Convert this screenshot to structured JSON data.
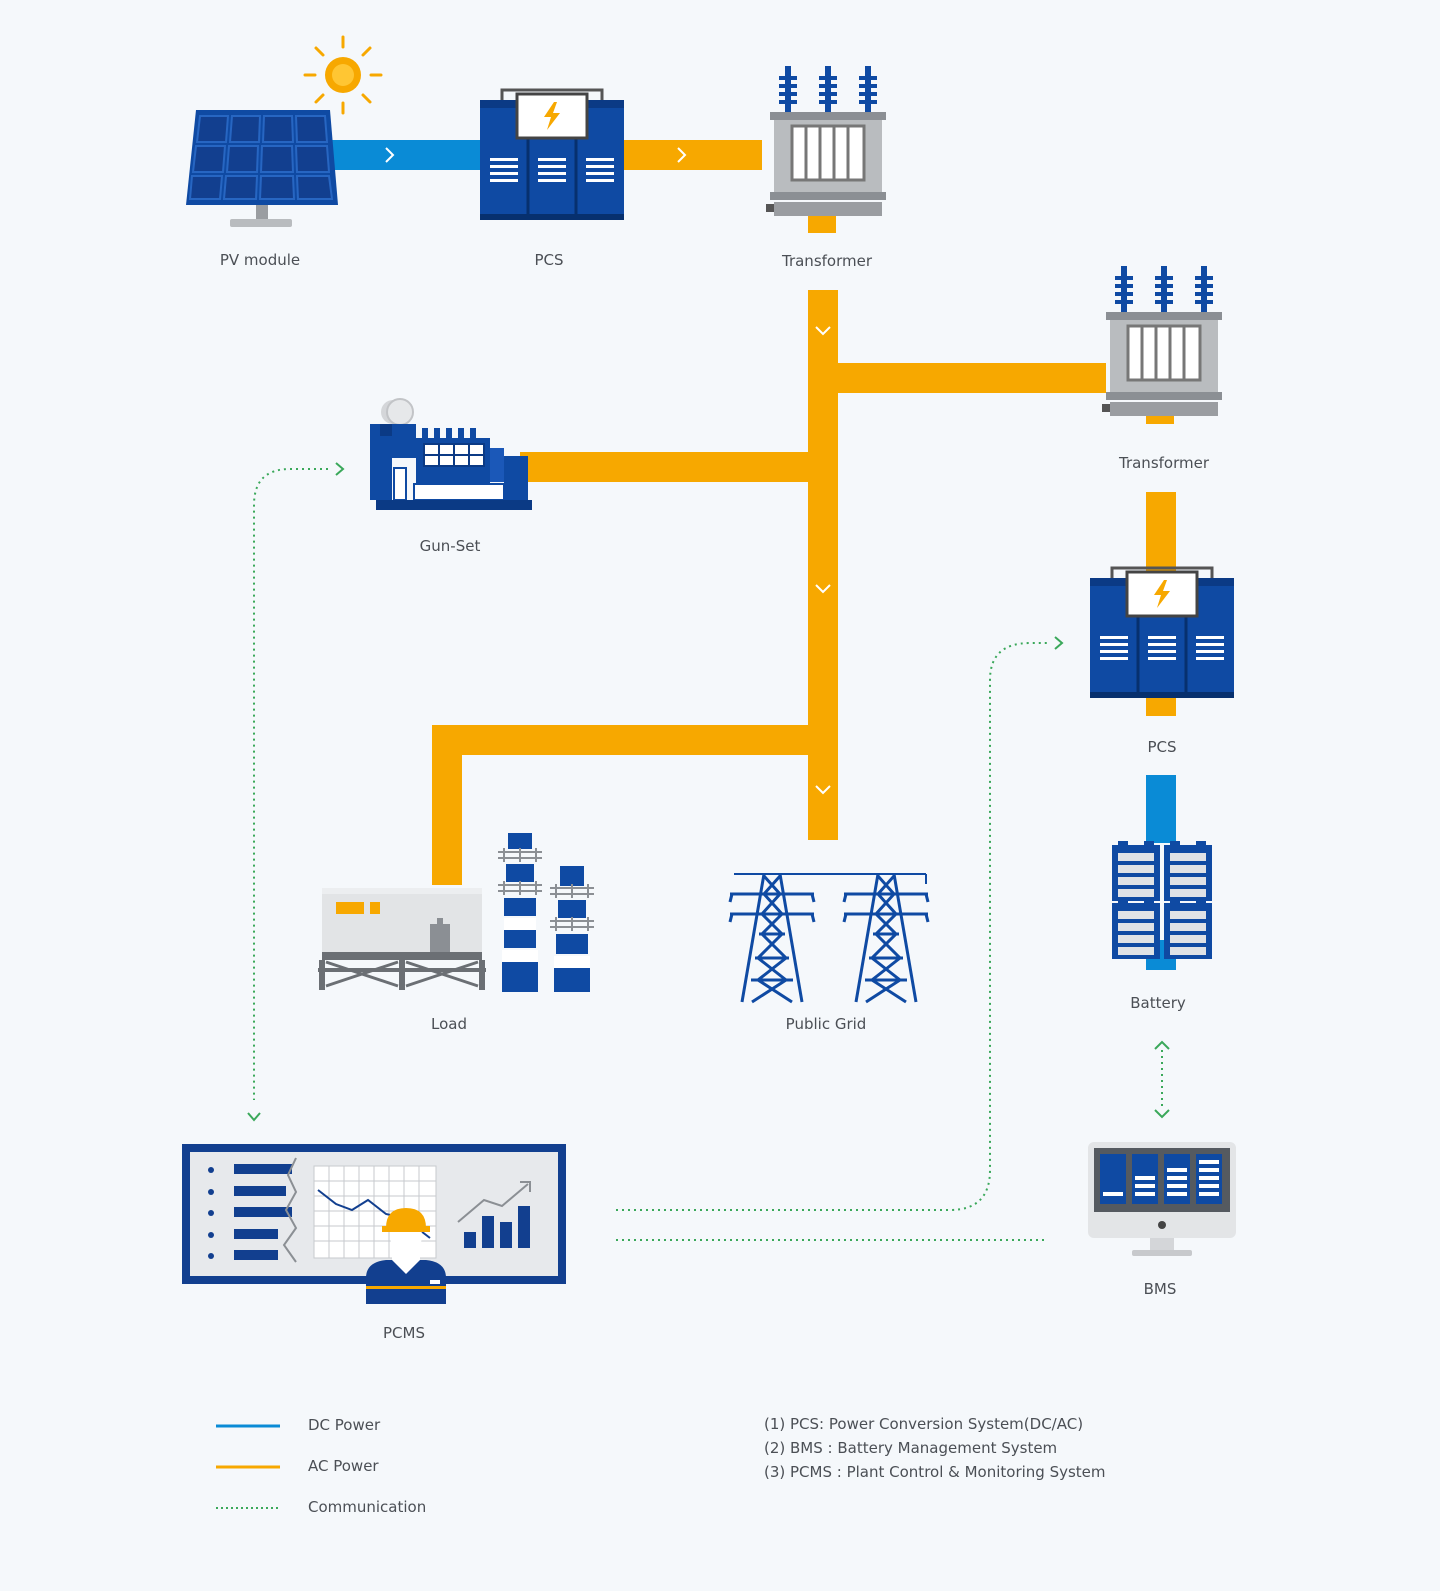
{
  "labels": {
    "pv_module": "PV module",
    "pcs_top": "PCS",
    "transformer_top": "Transformer",
    "transformer_right": "Transformer",
    "gun_set": "Gun-Set",
    "pcs_right": "PCS",
    "load": "Load",
    "public_grid": "Public Grid",
    "battery": "Battery",
    "pcms": "PCMS",
    "bms": "BMS"
  },
  "legend": {
    "dc": "DC Power",
    "ac": "AC Power",
    "comm": "Communication"
  },
  "notes": [
    "(1) PCS: Power Conversion System(DC/AC)",
    "(2) BMS : Battery Management System",
    "(3) PCMS : Plant Control & Monitoring System"
  ],
  "colors": {
    "dc": "#0a8bd6",
    "ac": "#f7a800",
    "comm": "#3aa85a",
    "equipment": "#0f4aa3"
  },
  "icons": [
    "sun-icon",
    "pv-panel-icon",
    "pcs-cabinet-icon",
    "transformer-icon",
    "generator-icon",
    "factory-load-icon",
    "transmission-tower-icon",
    "battery-rack-icon",
    "monitor-dashboard-icon",
    "operator-icon"
  ]
}
